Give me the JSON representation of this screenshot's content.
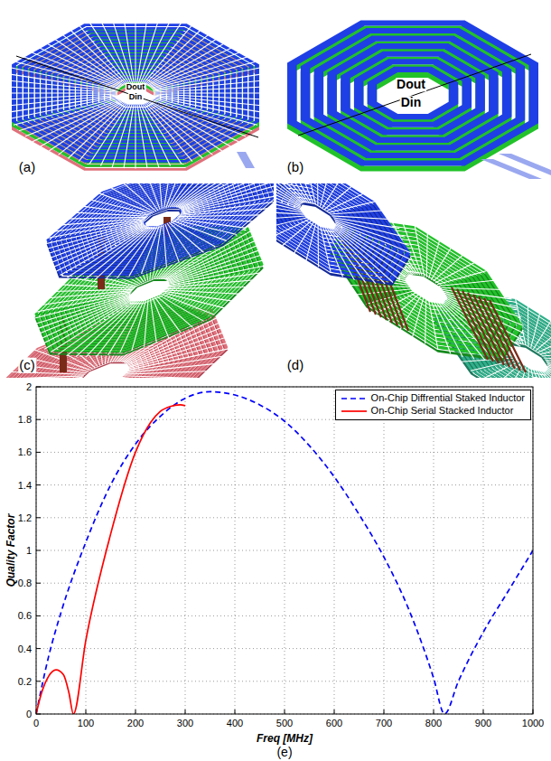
{
  "diagram": {
    "labels": [
      "(a)",
      "Dout",
      "Din",
      "(b)",
      "Dout",
      "Din",
      "(c)",
      "(d)",
      "0",
      "0.2",
      "0.4",
      "0.6",
      "0.8",
      "1",
      "1.2",
      "1.4",
      "1.6",
      "1.8",
      "2",
      "0",
      "100",
      "200",
      "300",
      "400",
      "500",
      "600",
      "700",
      "800",
      "900",
      "1000",
      "Quality Factor",
      "Freq [MHz]",
      "(e)"
    ],
    "legend": [
      {
        "text": "On-Chip Diffrential Staked Inductor"
      },
      {
        "text": "On-Chip Serial Stacked Inductor"
      }
    ]
  }
}
